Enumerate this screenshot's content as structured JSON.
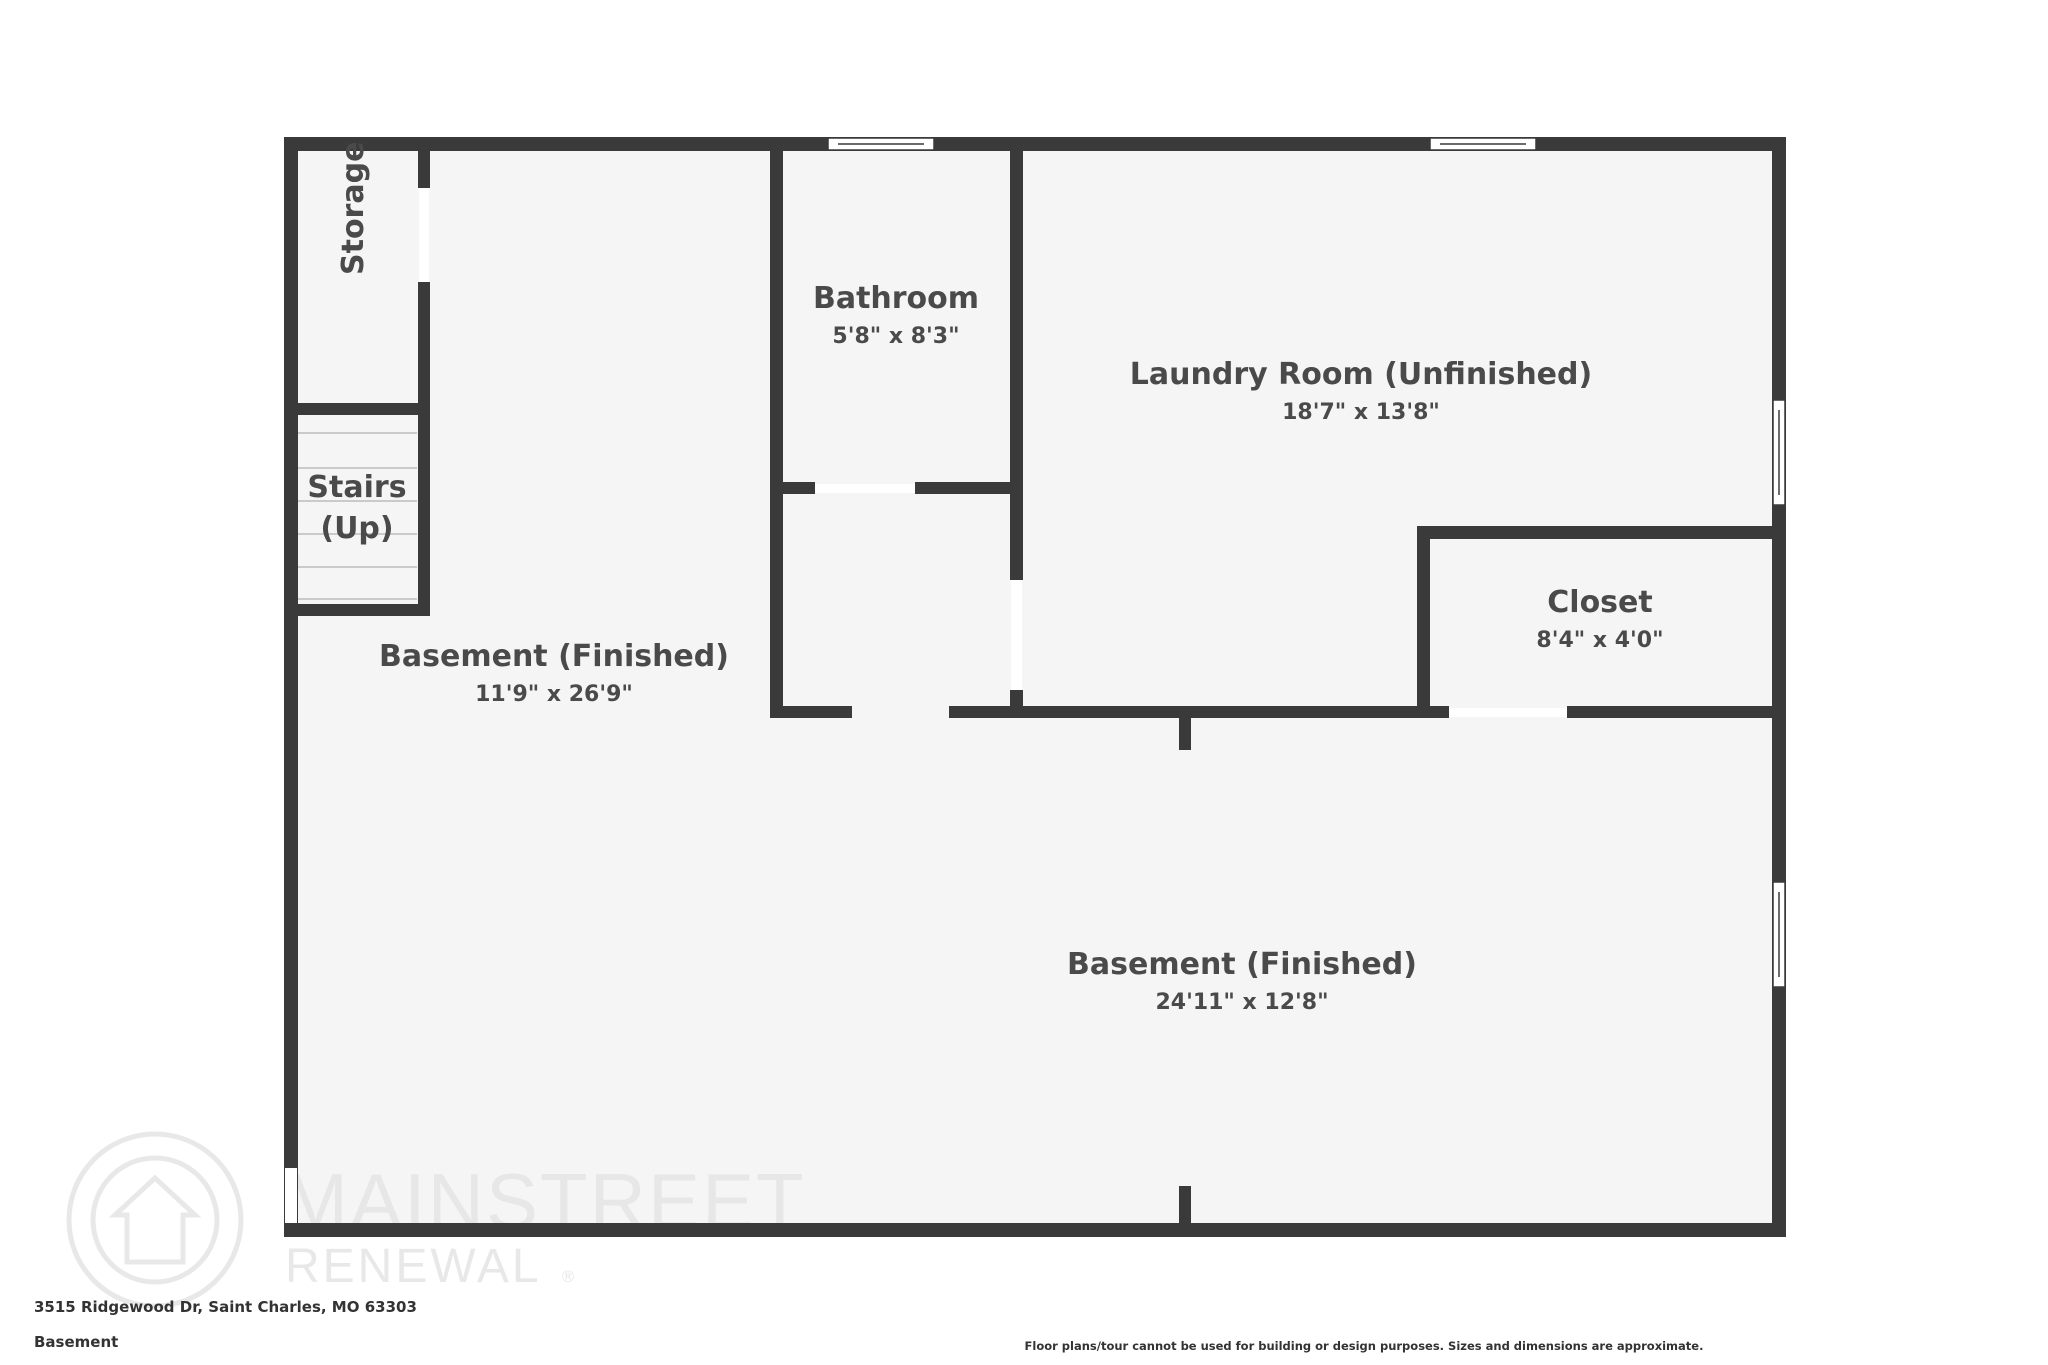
{
  "watermark": {
    "brand_line1": "MAINSTREET",
    "brand_line2": "RENEWAL"
  },
  "rooms": [
    {
      "name": "Storage",
      "dims": ""
    },
    {
      "name": "Stairs",
      "name2": "(Up)",
      "dims": ""
    },
    {
      "name": "Bathroom",
      "dims": "5'8\" x 8'3\""
    },
    {
      "name": "Laundry Room (Unfinished)",
      "dims": "18'7\" x 13'8\""
    },
    {
      "name": "Closet",
      "dims": "8'4\" x 4'0\""
    },
    {
      "name": "Basement (Finished)",
      "dims": "11'9\" x 26'9\""
    },
    {
      "name": "Basement (Finished)",
      "dims": "24'11\" x 12'8\""
    }
  ],
  "footer": {
    "address": "3515 Ridgewood Dr, Saint Charles, MO 63303",
    "level": "Basement",
    "disclaimer": "Floor plans/tour cannot be used for building or design purposes. Sizes and dimensions are approximate."
  }
}
